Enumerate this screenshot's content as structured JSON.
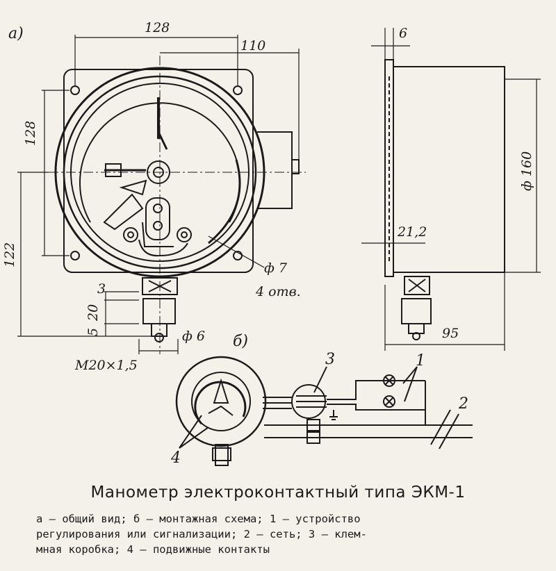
{
  "panels": {
    "a": "а)",
    "b": "б)"
  },
  "dims": {
    "w128": "128",
    "w110": "110",
    "h128": "128",
    "h122": "122",
    "d7": "ф 7",
    "holes": "4 отв.",
    "n3": "3",
    "n20": "20",
    "n5": "5",
    "d6": "ф 6",
    "thread": "М20×1,5",
    "w6": "6",
    "d160": "ф 160",
    "w21": "21,2",
    "w95": "95"
  },
  "callouts": {
    "c1": "1",
    "c2": "2",
    "c3": "3",
    "c4": "4"
  },
  "caption": "Манометр электроконтактный типа ЭКМ-1",
  "legend": {
    "line1": "а — общий вид; б — монтажная схема; 1 — устройство",
    "line2": "регулирования или сигнализации; 2 — сеть; 3 — клем-",
    "line3": "мная коробка; 4 — подвижные контакты"
  }
}
